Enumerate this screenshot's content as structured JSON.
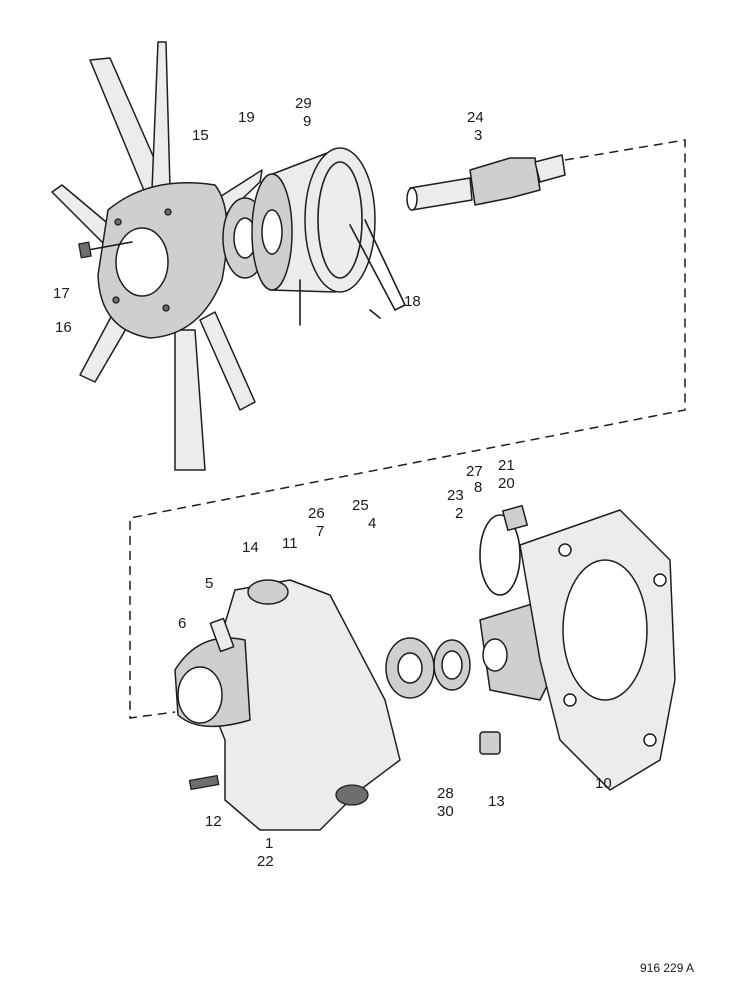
{
  "callouts": {
    "c1": "1",
    "c2": "2",
    "c3": "3",
    "c4": "4",
    "c5": "5",
    "c6": "6",
    "c7": "7",
    "c8": "8",
    "c9": "9",
    "c10": "10",
    "c11": "11",
    "c12": "12",
    "c13": "13",
    "c14": "14",
    "c15": "15",
    "c16": "16",
    "c17": "17",
    "c18": "18",
    "c19": "19",
    "c20": "20",
    "c21": "21",
    "c22": "22",
    "c23": "23",
    "c24": "24",
    "c25": "25",
    "c26": "26",
    "c27": "27",
    "c28": "28",
    "c29": "29",
    "c30": "30"
  },
  "reference": "916 229 A"
}
